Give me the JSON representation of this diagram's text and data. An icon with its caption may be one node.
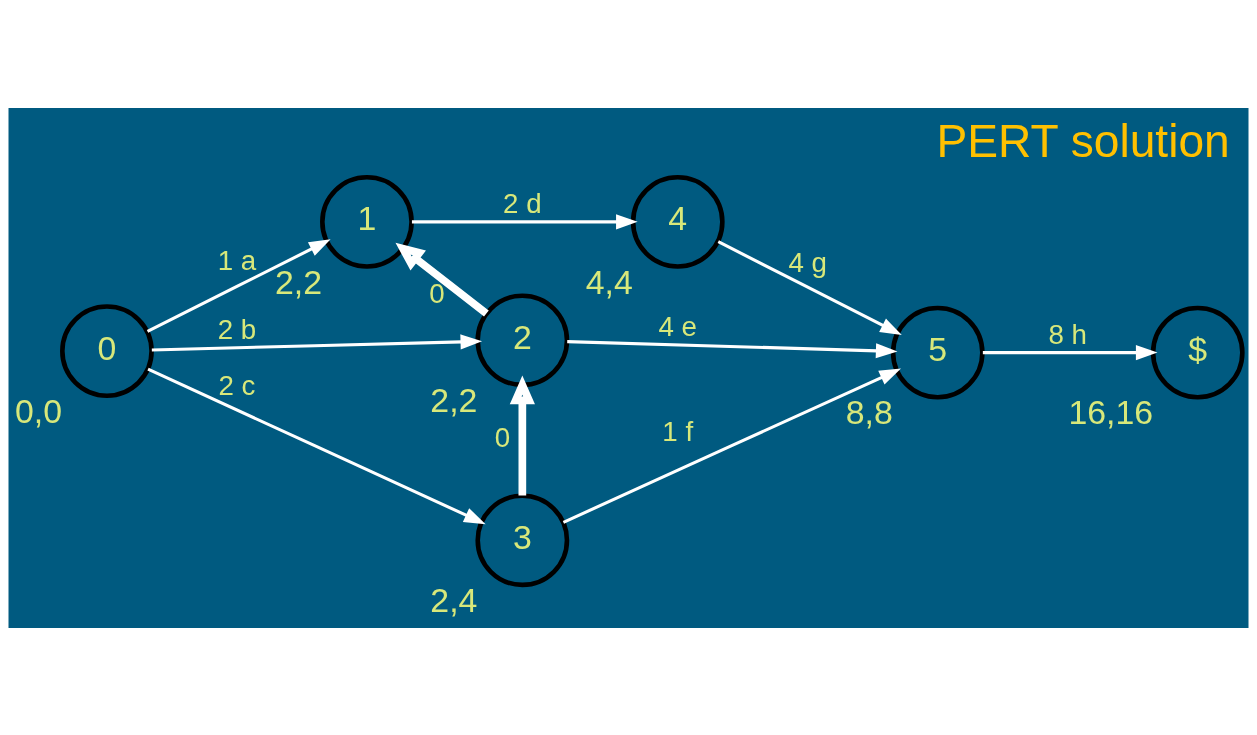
{
  "diagram": {
    "title": "PERT solution",
    "nodes": [
      {
        "text": [
          "0"
        ],
        "beside": [
          "0,0"
        ]
      },
      {
        "text": [
          "1"
        ],
        "beside": [
          "2,2"
        ]
      },
      {
        "text": [
          "2"
        ],
        "beside": [
          "2,2"
        ]
      },
      {
        "text": [
          "3"
        ],
        "beside": [
          "2,4"
        ]
      },
      {
        "text": [
          "4"
        ],
        "beside": [
          "4,4"
        ]
      },
      {
        "text": [
          "5"
        ],
        "beside": [
          "8,8"
        ]
      },
      {
        "text": [
          "$"
        ],
        "beside": [
          "16,16"
        ]
      }
    ],
    "edges": [
      {
        "from": 0,
        "to": 1,
        "arrow": "to",
        "label": "1 a"
      },
      {
        "from": 0,
        "to": 2,
        "arrow": "to",
        "label": "2 b"
      },
      {
        "from": 0,
        "to": 3,
        "arrow": "to",
        "label": "2 c"
      },
      {
        "from": 1,
        "to": 4,
        "arrow": "to",
        "label": "2 d"
      },
      {
        "from": 2,
        "to": 1,
        "arrow": "to",
        "label": "0",
        "style": "thick"
      },
      {
        "from": 2,
        "to": 5,
        "arrow": "to",
        "label": "4 e"
      },
      {
        "from": 3,
        "to": 2,
        "arrow": "to",
        "label": "0",
        "style": "thick"
      },
      {
        "from": 3,
        "to": 5,
        "arrow": "to",
        "label": "1 f"
      },
      {
        "from": 4,
        "to": 5,
        "arrow": "to",
        "label": "4 g"
      },
      {
        "from": 5,
        "to": 6,
        "arrow": "to",
        "label": "8 h"
      }
    ]
  }
}
